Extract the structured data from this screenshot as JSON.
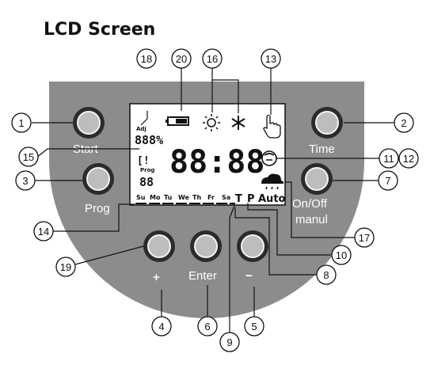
{
  "title": "LCD Screen",
  "buttons": {
    "start": "Start",
    "time": "Time",
    "prog": "Prog",
    "onoff_line1": "On/Off",
    "onoff_line2": "manul",
    "enter": "Enter",
    "plus": "+",
    "minus": "−"
  },
  "lcd": {
    "adj": "Adj",
    "percent": "888%",
    "bracket": "[!",
    "prog": "Prog",
    "prog_digits": "88",
    "time": "88:88",
    "t": "T",
    "p": "P",
    "auto": "Auto",
    "days": [
      "Su",
      "Mo",
      "Tu",
      "We",
      "Th",
      "Fr",
      "Sa"
    ]
  },
  "callouts": [
    "1",
    "2",
    "3",
    "4",
    "5",
    "6",
    "7",
    "8",
    "9",
    "10",
    "11",
    "12",
    "13",
    "14",
    "15",
    "16",
    "17",
    "18",
    "19",
    "20"
  ]
}
